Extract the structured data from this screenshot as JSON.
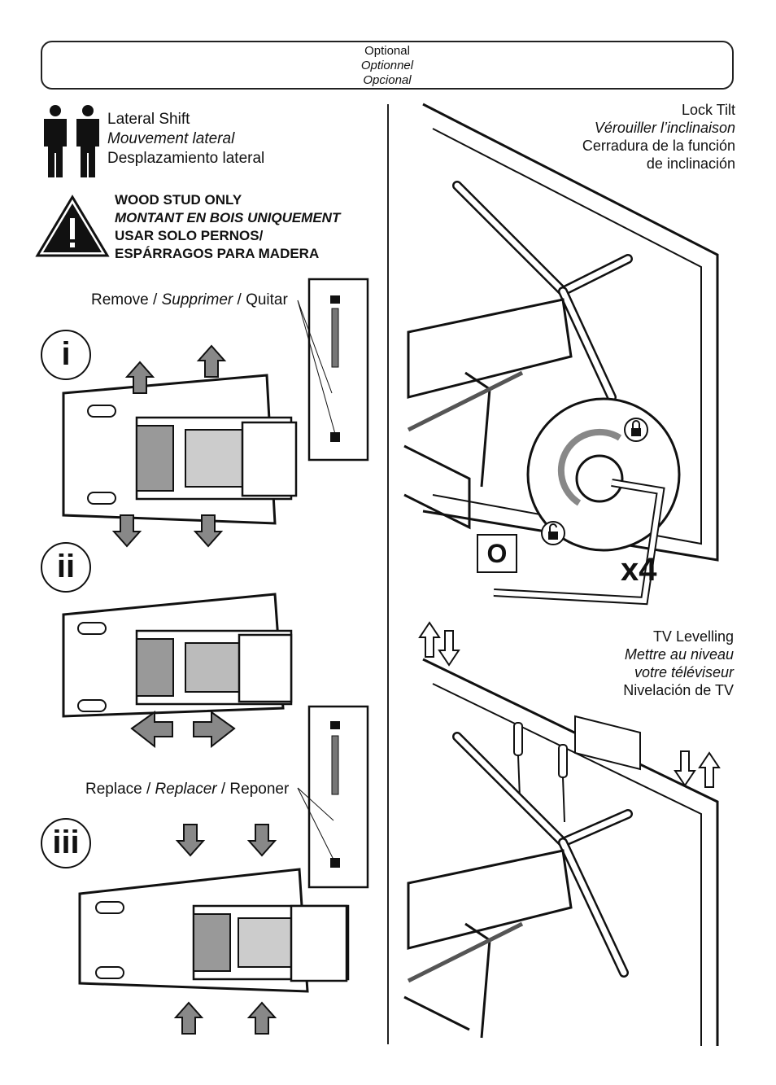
{
  "header": {
    "line1": "Optional",
    "line2": "Optionnel",
    "line3": "Opcional"
  },
  "left": {
    "lateral": {
      "en": "Lateral Shift",
      "fr": "Mouvement lateral",
      "es": "Desplazamiento lateral"
    },
    "warning": {
      "en": "WOOD STUD ONLY",
      "fr": "MONTANT EN BOIS UNIQUEMENT",
      "es1": "USAR SOLO PERNOS/",
      "es2": "ESPÁRRAGOS PARA MADERA"
    },
    "remove": {
      "en": "Remove / ",
      "fr": "Supprimer",
      "es": " / Quitar"
    },
    "replace": {
      "en": "Replace / ",
      "fr": "Replacer",
      "es": " / Reponer"
    },
    "steps": [
      "i",
      "ii",
      "iii"
    ]
  },
  "right": {
    "lock": {
      "en": "Lock Tilt",
      "fr": "Vérouiller l’inclinaison",
      "es1": "Cerradura de la función",
      "es2": "de inclinación"
    },
    "letter": "O",
    "quantity": "x4",
    "level": {
      "en": "TV Levelling",
      "fr1": "Mettre au niveau",
      "fr2": "votre téléviseur",
      "es": "Nivelación de TV"
    }
  }
}
